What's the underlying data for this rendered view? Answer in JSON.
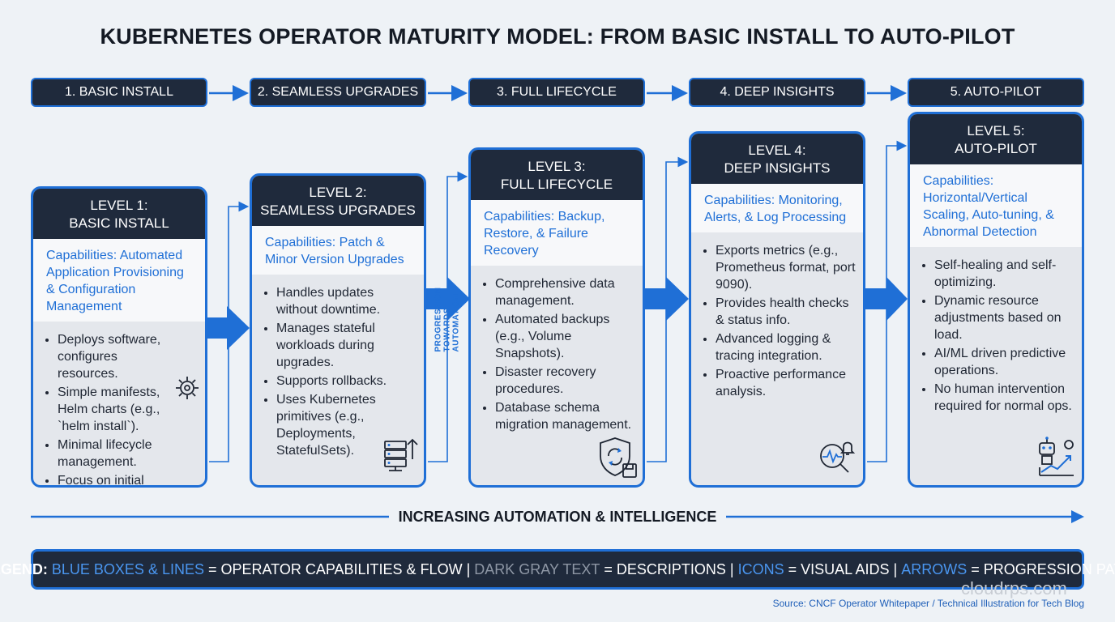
{
  "title": "KUBERNETES OPERATOR MATURITY MODEL: FROM BASIC INSTALL TO AUTO-PILOT",
  "steps": [
    "1. BASIC INSTALL",
    "2. SEAMLESS UPGRADES",
    "3. FULL LIFECYCLE",
    "4. DEEP INSIGHTS",
    "5. AUTO-PILOT"
  ],
  "levels": [
    {
      "title_line1": "LEVEL 1:",
      "title_line2": "BASIC INSTALL",
      "capabilities": "Capabilities: Automated Application Provisioning & Configuration Management",
      "items": [
        "Deploys software, configures resources.",
        "Simple manifests, Helm charts (e.g., `helm install`).",
        "Minimal lifecycle management.",
        "Focus on initial setup."
      ],
      "icon": "gear-sync-icon"
    },
    {
      "title_line1": "LEVEL 2:",
      "title_line2": "SEAMLESS UPGRADES",
      "capabilities": "Capabilities: Patch & Minor Version Upgrades",
      "items": [
        "Handles updates without downtime.",
        "Manages stateful workloads during upgrades.",
        "Supports rollbacks.",
        "Uses Kubernetes primitives (e.g., Deployments, StatefulSets)."
      ],
      "icon": "server-upload-icon"
    },
    {
      "title_line1": "LEVEL 3:",
      "title_line2": "FULL LIFECYCLE",
      "capabilities": "Capabilities: Backup, Restore, & Failure Recovery",
      "items": [
        "Comprehensive data management.",
        "Automated backups (e.g., Volume Snapshots).",
        "Disaster recovery procedures.",
        "Database schema migration management."
      ],
      "icon": "shield-save-icon"
    },
    {
      "title_line1": "LEVEL 4:",
      "title_line2": "DEEP INSIGHTS",
      "capabilities": "Capabilities: Monitoring, Alerts, & Log Processing",
      "items": [
        "Exports metrics (e.g., Prometheus format, port 9090).",
        "Provides health checks & status info.",
        "Advanced logging & tracing integration.",
        "Proactive performance analysis."
      ],
      "icon": "monitor-alert-icon"
    },
    {
      "title_line1": "LEVEL 5:",
      "title_line2": "AUTO-PILOT",
      "capabilities": "Capabilities: Horizontal/Vertical Scaling, Auto-tuning, & Abnormal Detection",
      "items": [
        "Self-healing and self-optimizing.",
        "Dynamic resource adjustments based on load.",
        "AI/ML driven predictive operations.",
        "No human intervention required for normal ops."
      ],
      "icon": "robot-growth-icon"
    }
  ],
  "progression_label": "PROGRESSION TOWARDS AUTOMATION",
  "progression_lines": [
    "PROGRESSION",
    "TOWARDS",
    "AUTOMATION"
  ],
  "axis_label": "INCREASING AUTOMATION & INTELLIGENCE",
  "legend": {
    "prefix": "LEGEND:",
    "blue_term": "BLUE BOXES & LINES",
    "blue_desc": "= OPERATOR CAPABILITIES & FLOW",
    "gray_term": "DARK GRAY TEXT",
    "gray_desc": "= DESCRIPTIONS",
    "icons_term": "ICONS",
    "icons_desc": "= VISUAL AIDS",
    "arrows_term": "ARROWS",
    "arrows_desc": "= PROGRESSION PATH",
    "separator": "|"
  },
  "watermark": "cloudrps.com",
  "source": "Source: CNCF Operator Whitepaper / Technical Illustration for Tech Blog",
  "colors": {
    "accent": "#1f6fd6",
    "dark": "#1f2a3c",
    "background": "#eef2f6",
    "card_body": "#e4e7ec"
  }
}
